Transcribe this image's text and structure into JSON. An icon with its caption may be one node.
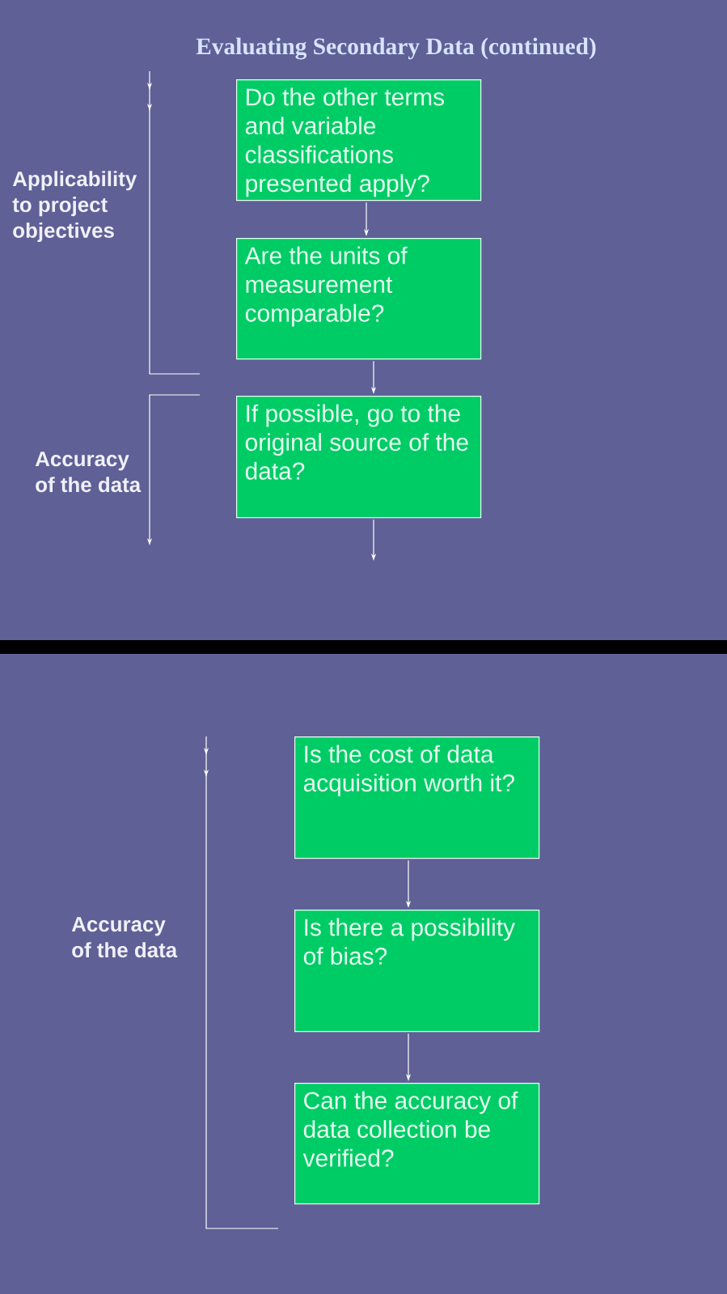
{
  "diagram": {
    "title": "Evaluating Secondary Data (continued)",
    "nodes": [
      {
        "text": [
          "Do the other terms and variable classifications presented apply?"
        ]
      },
      {
        "text": [
          "Are the units of measurement comparable?"
        ]
      },
      {
        "text": [
          "If possible, go to the original source of the data?"
        ]
      },
      {
        "text": [
          "Is the cost of data acquisition worth it?"
        ]
      },
      {
        "text": [
          "Is there a possibility of bias?"
        ]
      },
      {
        "text": [
          "Can the accuracy of data collection be verified?"
        ]
      }
    ],
    "edges": [
      {
        "from": 0,
        "to": 1,
        "arrow": "to"
      },
      {
        "from": 1,
        "to": 2,
        "arrow": "to"
      },
      {
        "from": 2,
        "to": null,
        "arrow": "to"
      },
      {
        "from": 3,
        "to": 4,
        "arrow": "to"
      },
      {
        "from": 4,
        "to": 5,
        "arrow": "to"
      }
    ],
    "labels": [
      "Applicability to project objectives",
      "Accuracy of the data",
      "Accuracy of the data"
    ]
  }
}
